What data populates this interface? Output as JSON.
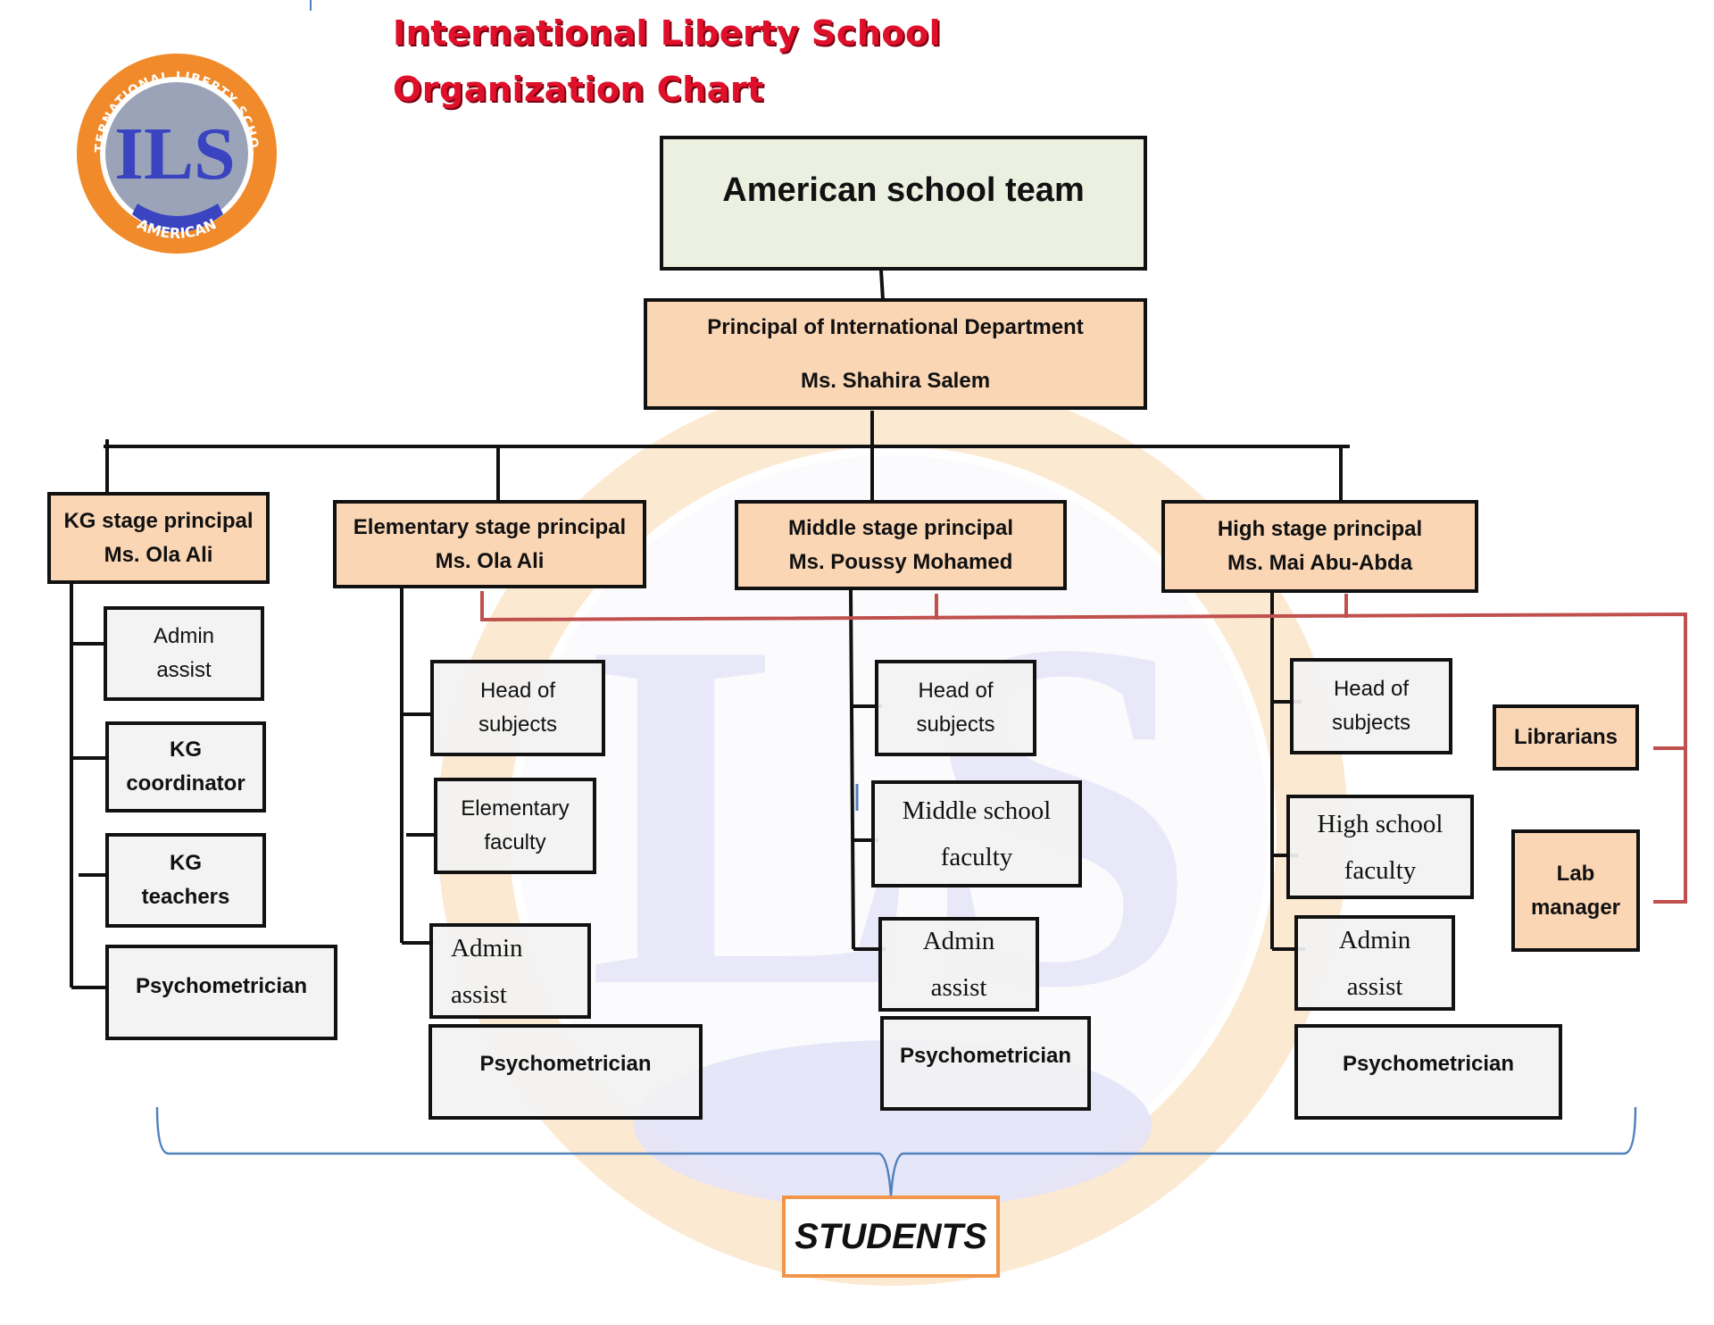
{
  "header": {
    "title_line1": "International Liberty School",
    "title_line2": "Organization Chart"
  },
  "logo": {
    "arc_text_top": "INTERNATIONAL LIBERTY SCHOOL",
    "monogram": "ILS",
    "arc_text_bottom": "AMERICAN",
    "colors": {
      "ring": "#f08a2a",
      "center": "#9aa3b8",
      "letters": "#3a44c0",
      "accent": "#e8551f"
    }
  },
  "top": {
    "label": "American school team"
  },
  "principal": {
    "title": "Principal of International Department",
    "name": "Ms. Shahira Salem"
  },
  "stages": {
    "kg": {
      "title": "KG stage principal",
      "name": "Ms. Ola Ali"
    },
    "elementary": {
      "title": "Elementary stage principal",
      "name": "Ms. Ola Ali"
    },
    "middle": {
      "title": "Middle stage principal",
      "name": "Ms. Poussy Mohamed"
    },
    "high": {
      "title": "High stage principal",
      "name": "Ms. Mai Abu-Abda"
    }
  },
  "kg_staff": {
    "admin": [
      "Admin",
      "assist"
    ],
    "coordinator": [
      "KG",
      "coordinator"
    ],
    "teachers": [
      "KG",
      "teachers"
    ],
    "psychometrician": "Psychometrician"
  },
  "elementary_staff": {
    "head": [
      "Head of",
      "subjects"
    ],
    "faculty": [
      "Elementary",
      "faculty"
    ],
    "admin": [
      "Admin",
      "assist"
    ],
    "psychometrician": "Psychometrician"
  },
  "middle_staff": {
    "head": [
      "Head of",
      "subjects"
    ],
    "faculty": [
      "Middle school",
      "faculty"
    ],
    "admin": [
      "Admin",
      "assist"
    ],
    "psychometrician": "Psychometrician"
  },
  "high_staff": {
    "head": [
      "Head of",
      "subjects"
    ],
    "faculty": [
      "High school",
      "faculty"
    ],
    "admin": [
      "Admin",
      "assist"
    ],
    "psychometrician": "Psychometrician"
  },
  "shared_staff": {
    "librarians": "Librarians",
    "lab_manager": [
      "Lab",
      "manager"
    ]
  },
  "students": "STUDENTS",
  "colors": {
    "connector": "#111111",
    "shared_connector": "#c0504d",
    "brace": "#4f81bd",
    "peach": "#fbd6b5",
    "green": "#ebf0e0",
    "students_border": "#f0954a",
    "title_red": "#e0102a"
  }
}
